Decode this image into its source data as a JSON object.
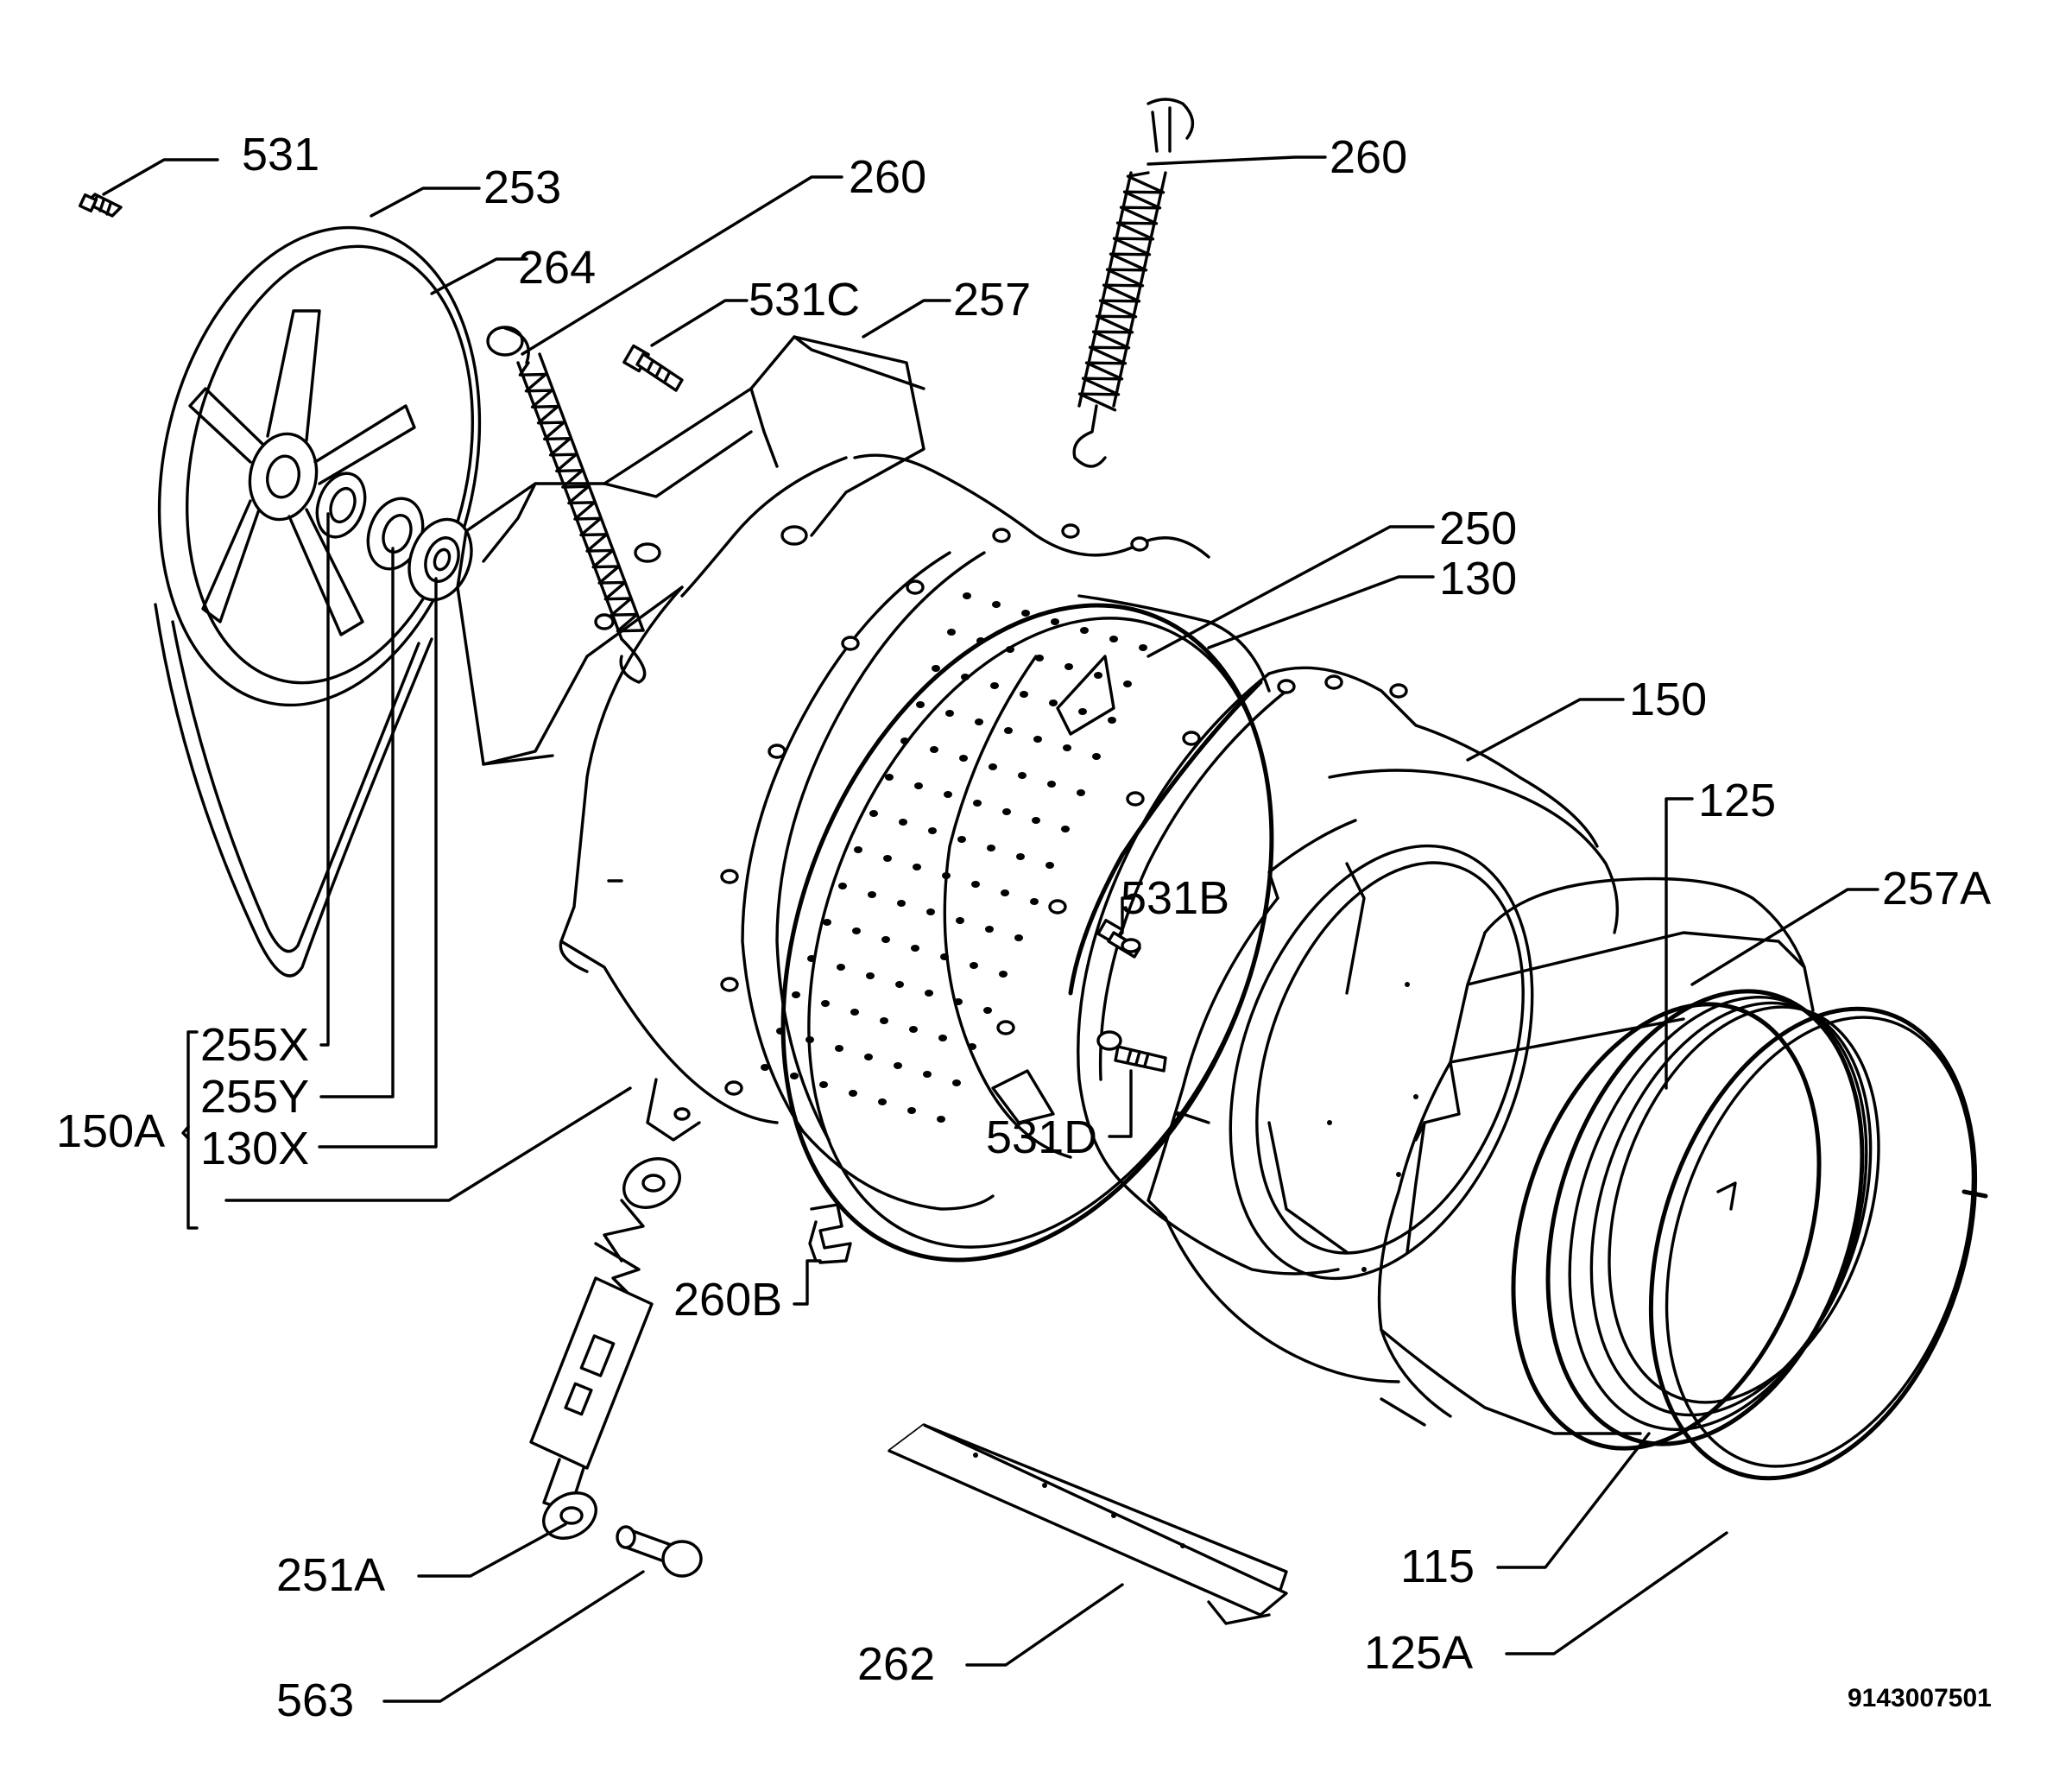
{
  "diagram": {
    "document_number": "9143007501",
    "labels": {
      "l531": "531",
      "l253": "253",
      "l264": "264",
      "l260a": "260",
      "l260b": "260",
      "l531c": "531C",
      "l257": "257",
      "l250": "250",
      "l130": "130",
      "l150": "150",
      "l125": "125",
      "l257a": "257A",
      "l531b": "531B",
      "l531d": "531D",
      "l255x": "255X",
      "l255y": "255Y",
      "l130x": "130X",
      "l150a": "150A",
      "l260b_clip": "260B",
      "l251a": "251A",
      "l563": "563",
      "l262": "262",
      "l115": "115",
      "l125a": "125A"
    }
  }
}
